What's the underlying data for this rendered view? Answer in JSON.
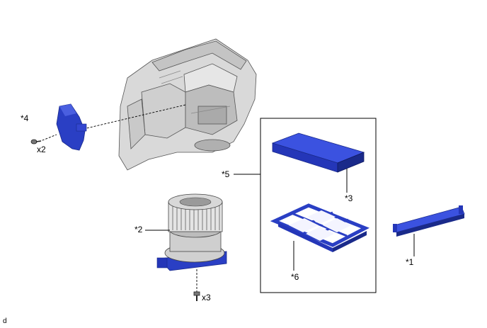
{
  "labels": {
    "part1": "*1",
    "part2": "*2",
    "part3": "*3",
    "part4": "*4",
    "part5": "*5",
    "part6": "*6"
  },
  "quantities": {
    "screw_top": "x2",
    "screw_bottom": "x3"
  },
  "footer_code": "d",
  "colors": {
    "part_blue": "#2a3fc4",
    "part_blue_dark": "#1a2a8a",
    "housing_gray": "#d6d6d6",
    "housing_shade": "#b8b8b8",
    "line": "#000000"
  },
  "icons": {
    "screw": "screw-icon",
    "blower": "blower-motor-icon",
    "housing": "hvac-housing-icon"
  }
}
